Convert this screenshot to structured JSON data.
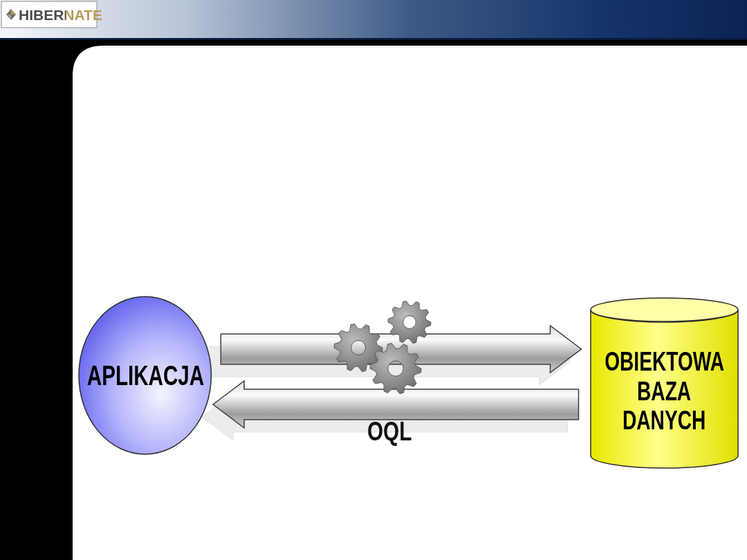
{
  "diagram": {
    "nodes": [
      {
        "text": [
          "APLIKACJA"
        ]
      },
      {
        "text": [
          "OBIEKTOWA BAZA DANYCH"
        ]
      }
    ],
    "edges": [
      {
        "from": 0,
        "to": 1,
        "arrow": "to"
      },
      {
        "from": 1,
        "to": 0,
        "arrow": "to"
      }
    ],
    "labels": [
      "HIBERNATE",
      "OQL"
    ]
  }
}
